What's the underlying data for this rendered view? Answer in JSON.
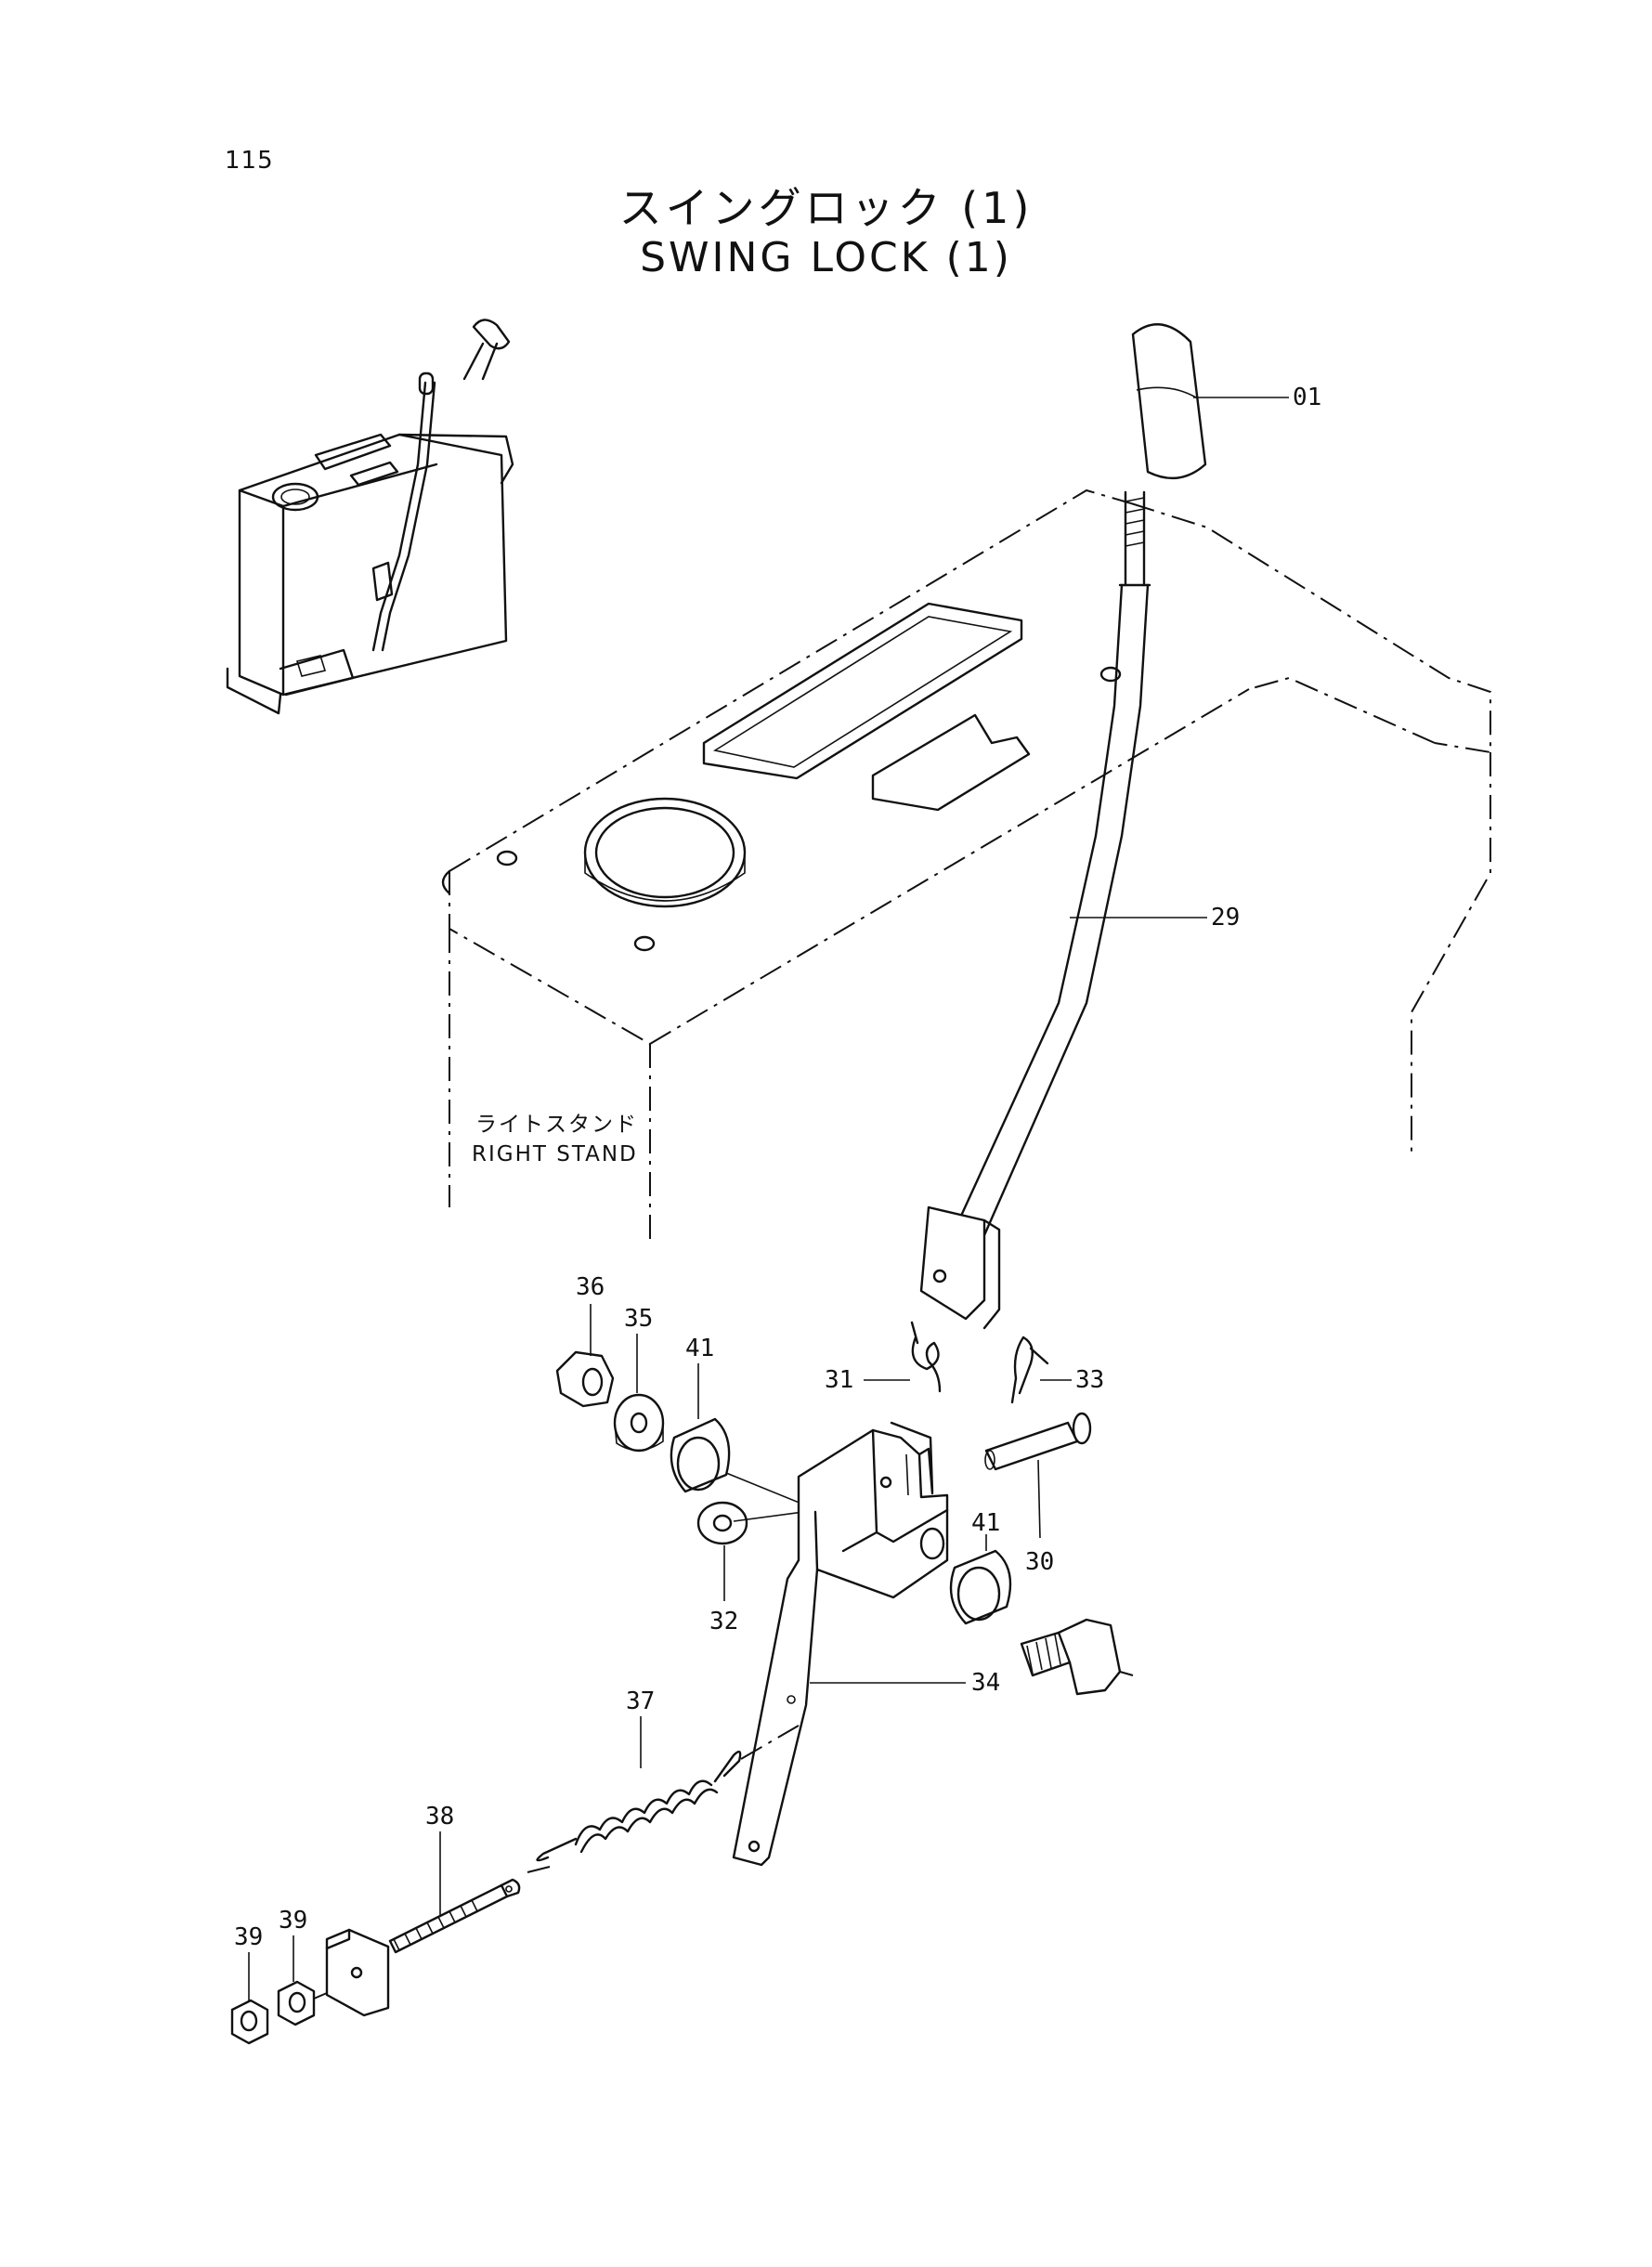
{
  "page_number": "115",
  "title_ja": "スイングロック (1)",
  "title_en": "SWING LOCK (1)",
  "stand_label_ja": "ライトスタンド",
  "stand_label_en": "RIGHT STAND",
  "callouts": {
    "c01": "01",
    "c29": "29",
    "c36": "36",
    "c35": "35",
    "c41a": "41",
    "c31": "31",
    "c33": "33",
    "c30": "30",
    "c32": "32",
    "c41b": "41",
    "c34": "34",
    "c37": "37",
    "c38": "38",
    "c39a": "39",
    "c39b": "39"
  }
}
